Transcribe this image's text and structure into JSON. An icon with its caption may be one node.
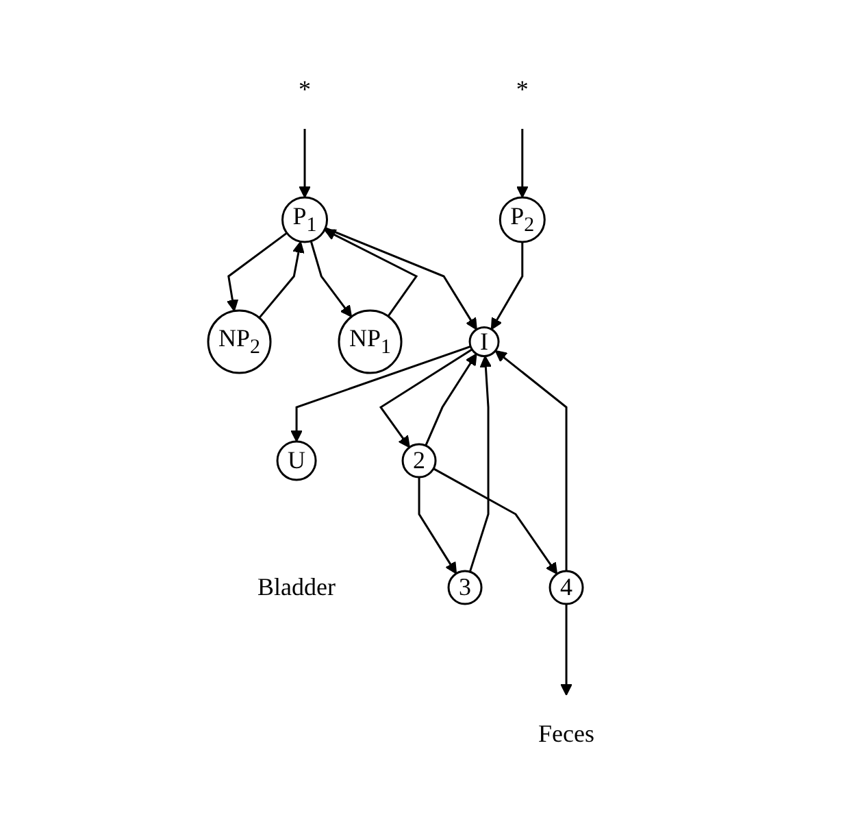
{
  "diagram": {
    "nodes": [
      {
        "text": [
          "*"
        ]
      },
      {
        "text": [
          "NP$_{2}$"
        ]
      },
      {
        "text": [
          "P$_{1}$"
        ]
      },
      {
        "text": [
          "NP$_{1}$"
        ]
      },
      {
        "text": [
          "*"
        ]
      },
      {
        "text": [
          "P$_{2}$"
        ]
      },
      {
        "text": [
          "I"
        ]
      },
      {
        "text": [
          "U"
        ],
        "beside": [
          "Bladder"
        ]
      },
      {
        "text": [
          "3"
        ]
      },
      {
        "text": [
          "4"
        ]
      },
      {
        "text": [
          "2"
        ]
      },
      {
        "text": [
          "Feces"
        ]
      }
    ],
    "edges": [
      {
        "from": 0,
        "to": 2,
        "arrow": "to"
      },
      {
        "from": 1,
        "to": 2,
        "arrow": "to"
      },
      {
        "from": 2,
        "to": 1,
        "arrow": "to"
      },
      {
        "from": 2,
        "to": 3,
        "arrow": "to"
      },
      {
        "from": 3,
        "to": 2,
        "arrow": "to"
      },
      {
        "from": 2,
        "to": 6,
        "arrow": "to"
      },
      {
        "from": 4,
        "to": 5,
        "arrow": "to"
      },
      {
        "from": 5,
        "to": 6,
        "arrow": "to"
      },
      {
        "from": 6,
        "to": 7,
        "arrow": "to"
      },
      {
        "from": 8,
        "to": 6,
        "arrow": "to"
      },
      {
        "from": 6,
        "to": 10,
        "arrow": "to"
      },
      {
        "from": 10,
        "to": 6,
        "arrow": "to"
      },
      {
        "from": 9,
        "to": 6,
        "arrow": "to"
      },
      {
        "from": 10,
        "to": 8,
        "arrow": "to"
      },
      {
        "from": 10,
        "to": 9,
        "arrow": "to"
      },
      {
        "from": 9,
        "to": 11,
        "arrow": "to"
      }
    ]
  }
}
